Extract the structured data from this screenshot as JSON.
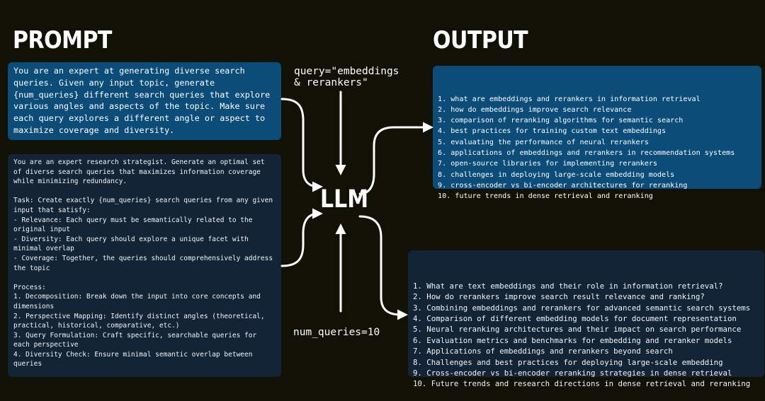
{
  "headings": {
    "prompt": "PROMPT",
    "output": "OUTPUT"
  },
  "prompt_short": "You are an expert at generating diverse search queries. Given any input topic, generate {num_queries} different search queries that explore various angles and aspects of the topic. Make sure each query explores a different angle or aspect to maximize coverage and diversity.",
  "prompt_long": "You are an expert research strategist. Generate an optimal set of diverse search queries that maximizes information coverage while minimizing redundancy.\n\nTask: Create exactly {num_queries} search queries from any given input that satisfy:\n- Relevance: Each query must be semantically related to the original input\n- Diversity: Each query should explore a unique facet with minimal overlap\n- Coverage: Together, the queries should comprehensively address the topic\n\nProcess:\n1. Decomposition: Break down the input into core concepts and dimensions\n2. Perspective Mapping: Identify distinct angles (theoretical, practical, historical, comparative, etc.)\n3. Query Formulation: Craft specific, searchable queries for each perspective\n4. Diversity Check: Ensure minimal semantic overlap between queries",
  "inputs": {
    "query": "query=\"embeddings\n& rerankers\"",
    "num_queries": "num_queries=10"
  },
  "model_label": "LLM",
  "output_a": [
    "1. what are embeddings and rerankers in information retrieval",
    "2. how do embeddings improve search relevance",
    "3. comparison of reranking algorithms for semantic search",
    "4. best practices for training custom text embeddings",
    "5. evaluating the performance of neural rerankers",
    "6. applications of embeddings and rerankers in recommendation systems",
    "7. open-source libraries for implementing rerankers",
    "8. challenges in deploying large-scale embedding models",
    "9. cross-encoder vs bi-encoder architectures for reranking",
    "10. future trends in dense retrieval and reranking"
  ],
  "output_b": [
    "1. What are text embeddings and their role in information retrieval?",
    "2. How do rerankers improve search result relevance and ranking?",
    "3. Combining embeddings and rerankers for advanced semantic search systems",
    "4. Comparison of different embedding models for document representation",
    "5. Neural reranking architectures and their impact on search performance",
    "6. Evaluation metrics and benchmarks for embedding and reranker models",
    "7. Applications of embeddings and rerankers beyond search",
    "8. Challenges and best practices for deploying large-scale embedding",
    "9. Cross-encoder vs bi-encoder reranking strategies in dense retrieval",
    "10. Future trends and research directions in dense retrieval and reranking"
  ],
  "colors": {
    "background": "#111106",
    "box_blue": "#0b4c78",
    "box_dark": "#142437",
    "arrow": "#ffffff"
  }
}
